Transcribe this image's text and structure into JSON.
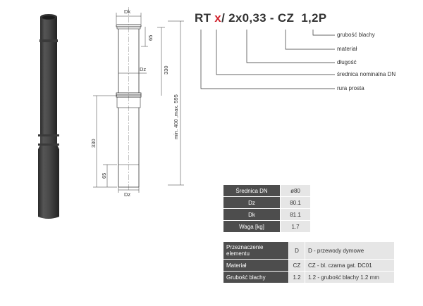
{
  "product_code": {
    "prefix": "RT ",
    "variable": "x",
    "rest": "/ 2x0,33 - CZ  1,2P"
  },
  "legend": [
    "grubość blachy",
    "materiał",
    "długość",
    "średnica nominalna DN",
    "rura prosta"
  ],
  "drawing": {
    "dk_label": "Dk",
    "dz_label_mid": "Dz",
    "dz_label_bottom": "Dz",
    "dim_65_top": "65",
    "dim_330_right": "330",
    "dim_total": "min. 400 ,max. 595",
    "dim_330_left": "330",
    "dim_65_bottom": "65"
  },
  "dimensions_table": {
    "rows": [
      {
        "label": "Średnica DN",
        "value": "ø80"
      },
      {
        "label": "Dz",
        "value": "80.1"
      },
      {
        "label": "Dk",
        "value": "81.1"
      },
      {
        "label": "Waga [kg]",
        "value": "1.7"
      }
    ]
  },
  "details_table": {
    "rows": [
      {
        "label": "Przeznaczenie elementu",
        "code": "D",
        "desc": "D - przewody dymowe"
      },
      {
        "label": "Materiał",
        "code": "CZ",
        "desc": "CZ - bl. czarna gat. DC01"
      },
      {
        "label": "Grubość blachy",
        "code": "1.2",
        "desc": "1.2 - grubość blachy 1.2 mm"
      }
    ]
  },
  "colors": {
    "pipe": "#4a4a4a",
    "accent": "#d0202a",
    "table_header": "#4d4d4d",
    "table_cell": "#e6e6e6"
  }
}
